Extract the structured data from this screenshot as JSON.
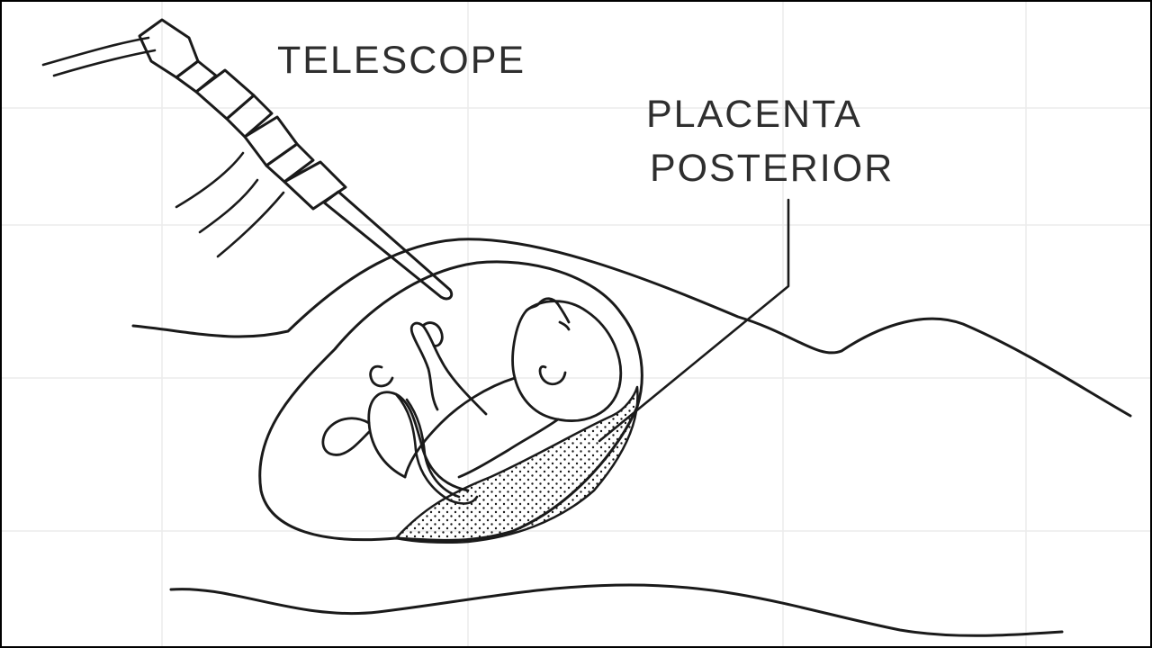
{
  "labels": {
    "telescope": "TELESCOPE",
    "placenta_line1": "PLACENTA",
    "placenta_line2": "POSTERIOR"
  },
  "colors": {
    "ink": "#1a1a1a",
    "label_text": "#2e2e2e",
    "background": "#ffffff"
  }
}
